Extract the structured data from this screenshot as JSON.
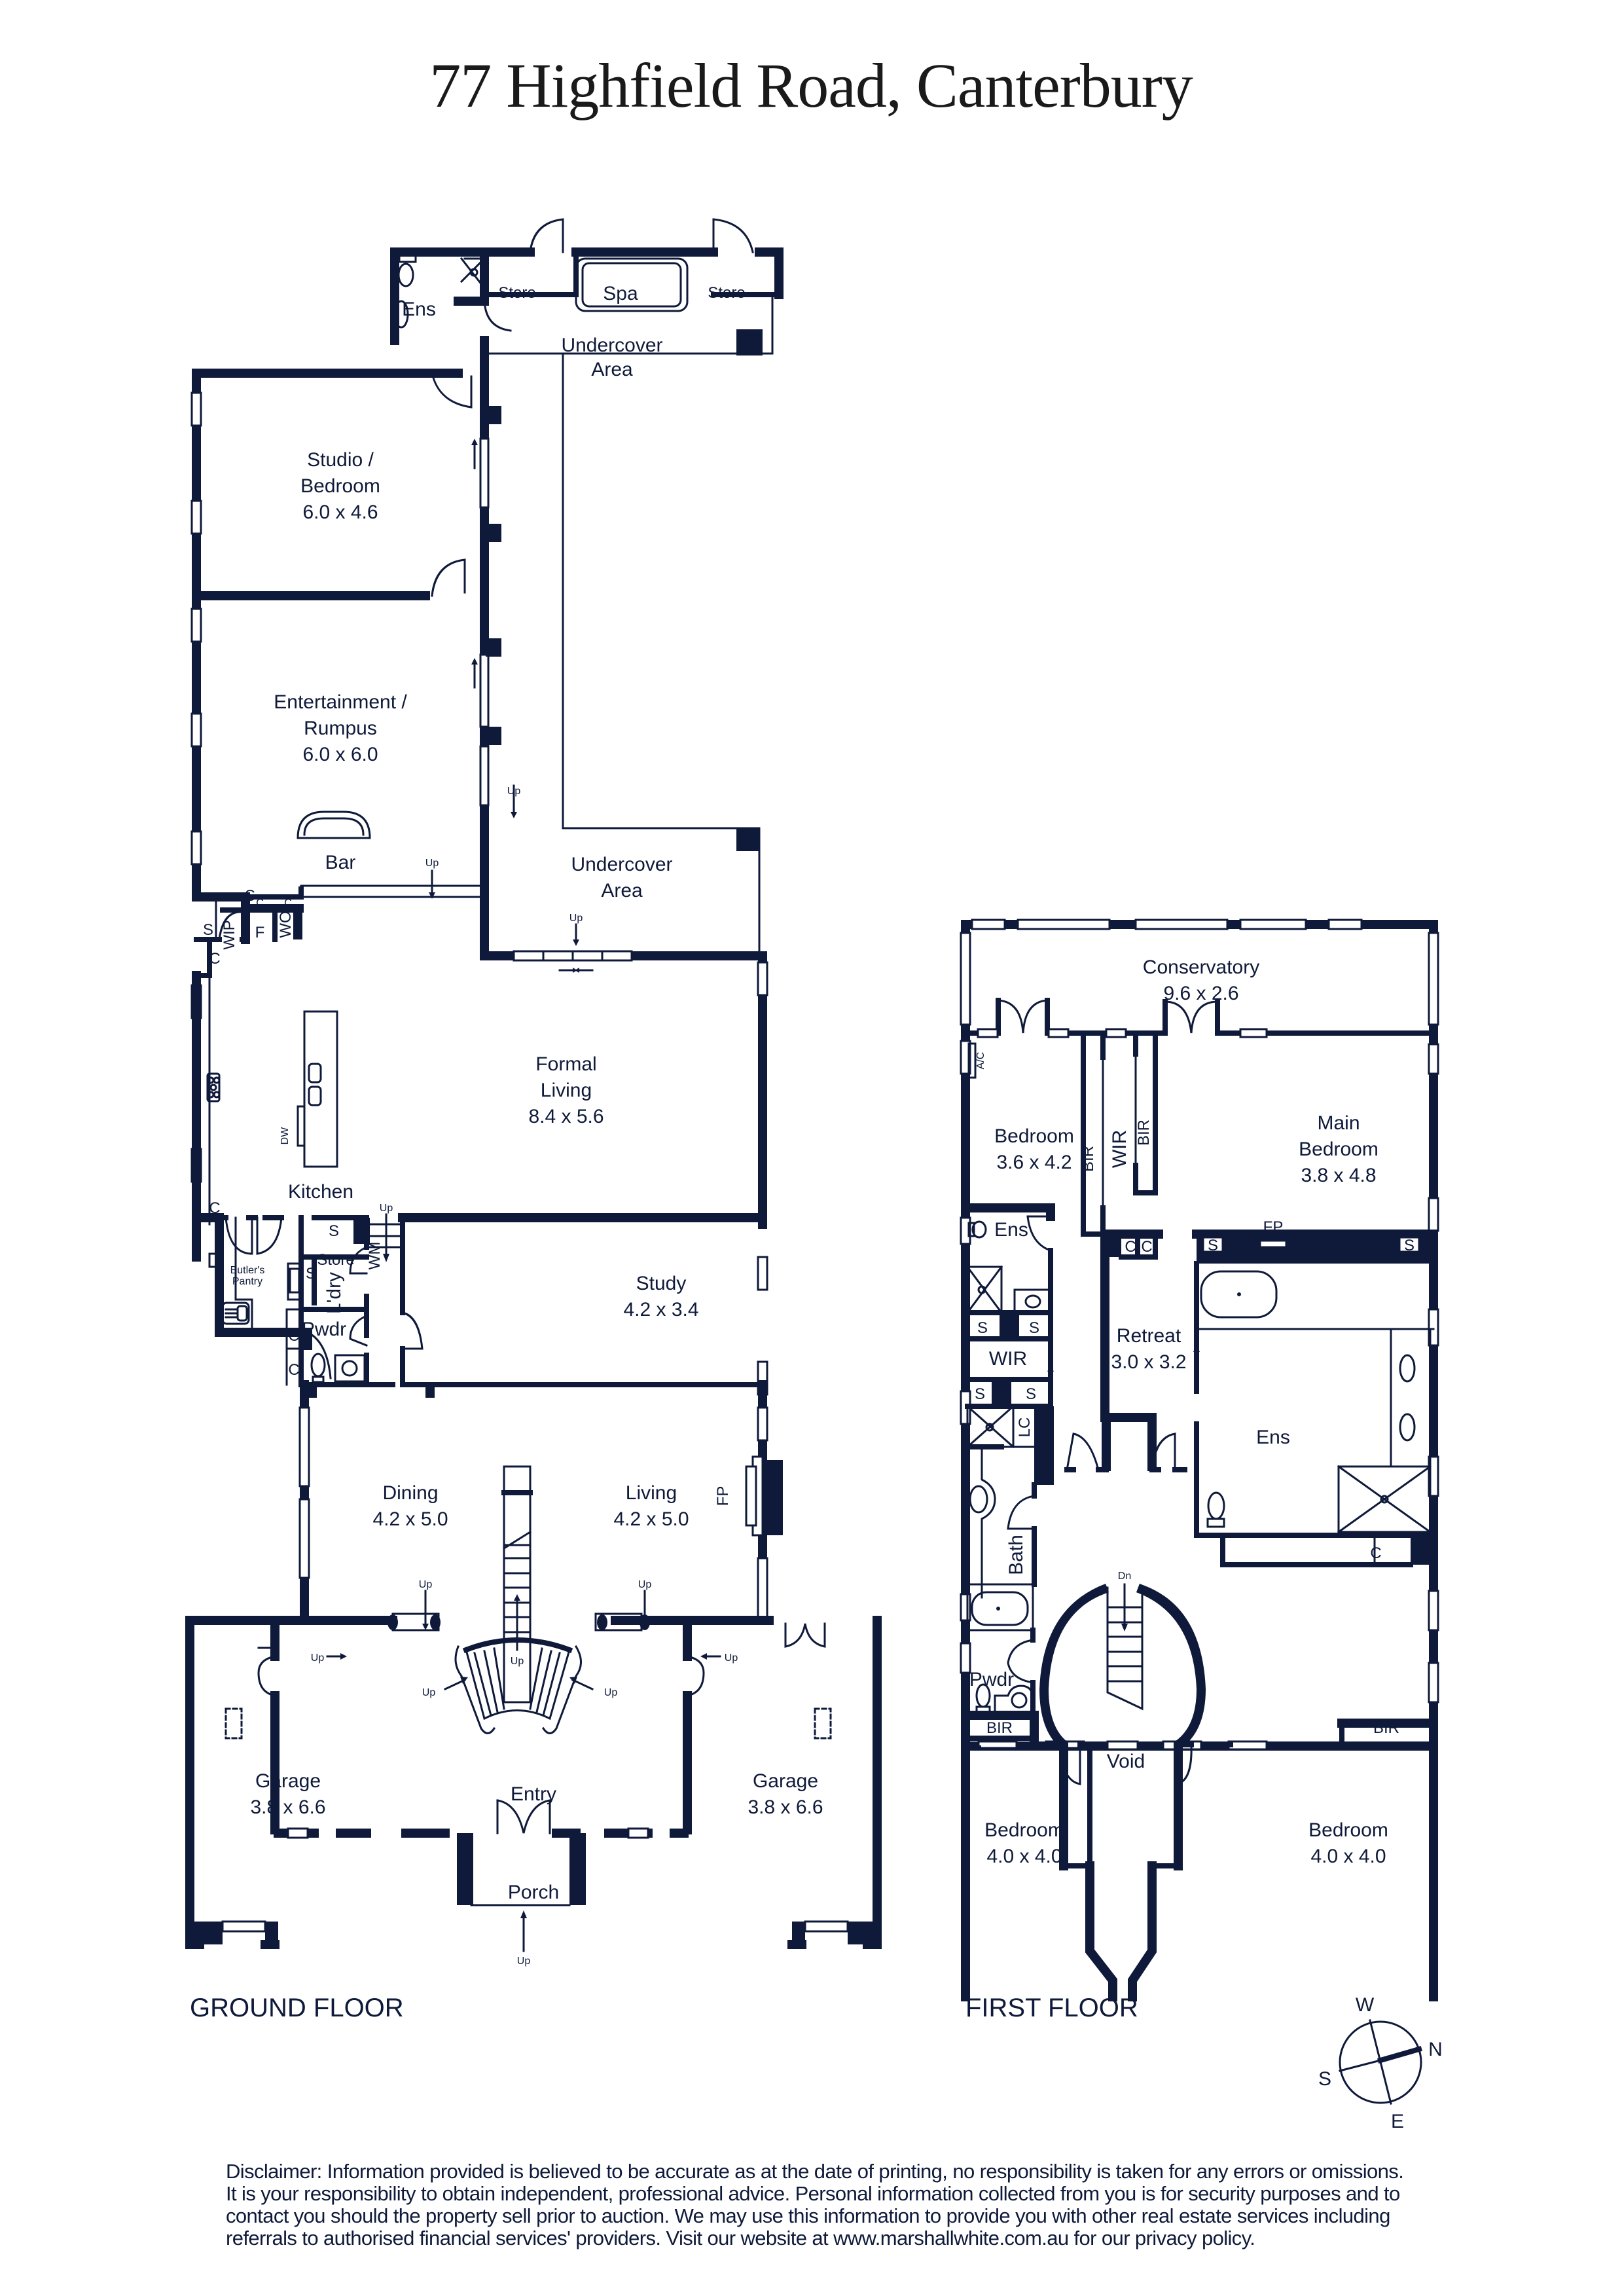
{
  "title": "77 Highfield Road, Canterbury",
  "colors": {
    "ink": "#0f1a3a",
    "background": "#ffffff"
  },
  "ground_floor": {
    "label": "GROUND FLOOR",
    "rooms": {
      "ens": {
        "name": "Ens"
      },
      "store_left": {
        "name": "Store"
      },
      "spa": {
        "name": "Spa"
      },
      "store_right": {
        "name": "Store"
      },
      "undercover_top": {
        "line1": "Undercover",
        "line2": "Area"
      },
      "studio": {
        "line1": "Studio /",
        "line2": "Bedroom",
        "dims": "6.0 x 4.6"
      },
      "entertainment": {
        "line1": "Entertainment /",
        "line2": "Rumpus",
        "dims": "6.0 x 6.0"
      },
      "bar": {
        "name": "Bar"
      },
      "undercover_mid": {
        "line1": "Undercover",
        "line2": "Area"
      },
      "formal_living": {
        "line1": "Formal",
        "line2": "Living",
        "dims": "8.4 x 5.6"
      },
      "kitchen": {
        "name": "Kitchen"
      },
      "butlers_pantry": {
        "line1": "Butler's",
        "line2": "Pantry"
      },
      "laundry": {
        "name": "L'dry"
      },
      "store_mid": {
        "name": "Store"
      },
      "pwdr": {
        "name": "Pwdr"
      },
      "study": {
        "name": "Study",
        "dims": "4.2 x 3.4"
      },
      "dining": {
        "name": "Dining",
        "dims": "4.2 x 5.0"
      },
      "living": {
        "name": "Living",
        "dims": "4.2 x 5.0"
      },
      "garage_left": {
        "name": "Garage",
        "dims": "3.8 x 6.6"
      },
      "entry": {
        "name": "Entry"
      },
      "porch": {
        "name": "Porch"
      },
      "garage_right": {
        "name": "Garage",
        "dims": "3.8 x 6.6"
      }
    },
    "fixtures": {
      "s": "S",
      "c": "C",
      "f": "F",
      "wip": "WIP",
      "wo": "WO",
      "wm": "WM",
      "dw": "DW",
      "fp": "FP"
    },
    "stair_label": "Up"
  },
  "first_floor": {
    "label": "FIRST FLOOR",
    "rooms": {
      "conservatory": {
        "name": "Conservatory",
        "dims": "9.6 x 2.6"
      },
      "bedroom_1": {
        "name": "Bedroom",
        "dims": "3.6 x 4.2"
      },
      "main_bedroom": {
        "line1": "Main",
        "line2": "Bedroom",
        "dims": "3.8 x 4.8"
      },
      "ens_left": {
        "name": "Ens"
      },
      "wir_left": {
        "name": "WIR"
      },
      "retreat": {
        "name": "Retreat",
        "dims": "3.0 x 3.2"
      },
      "ens_right": {
        "name": "Ens"
      },
      "bath": {
        "name": "Bath"
      },
      "pwdr": {
        "name": "Pwdr"
      },
      "void": {
        "name": "Void"
      },
      "bedroom_2": {
        "name": "Bedroom",
        "dims": "4.0 x 4.0"
      },
      "bedroom_3": {
        "name": "Bedroom",
        "dims": "4.0 x 4.0"
      }
    },
    "fixtures": {
      "bir": "BIR",
      "wir": "WIR",
      "ac": "A/C",
      "fp": "FP",
      "s": "S",
      "c": "C",
      "lc": "LC"
    },
    "stair_label": "Dn"
  },
  "compass": {
    "n": "N",
    "s": "S",
    "e": "E",
    "w": "W"
  },
  "disclaimer": "Disclaimer: Information provided is believed to be accurate as at the date of printing, no responsibility is taken for any errors or omissions. It is your responsibility to obtain independent, professional advice. Personal information collected from you is for security purposes and to contact you should the property sell prior to auction. We may use this information to provide you with other real estate services including referrals to authorised financial services' providers. Visit our website at www.marshallwhite.com.au for our privacy policy."
}
